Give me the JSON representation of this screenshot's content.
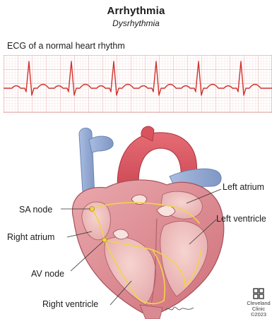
{
  "header": {
    "title": "Arrhythmia",
    "subtitle": "Dysrhythmia"
  },
  "ecg": {
    "heading": "ECG of a normal heart rhythm",
    "grid_color": "#e2a3a3",
    "trace_color": "#d0332e",
    "beats": 6
  },
  "labels": {
    "left_atrium": "Left atrium",
    "sa_node": "SA node",
    "left_ventricle": "Left ventricle",
    "right_atrium": "Right atrium",
    "av_node": "AV node",
    "right_ventricle": "Right ventricle"
  },
  "colors": {
    "heart_tissue": "#dd8f96",
    "aorta": "#d9535e",
    "veins": "#8ea6d0",
    "conduction": "#f0d44a"
  },
  "credit": {
    "logo": "Cleveland Clinic ©2023"
  }
}
